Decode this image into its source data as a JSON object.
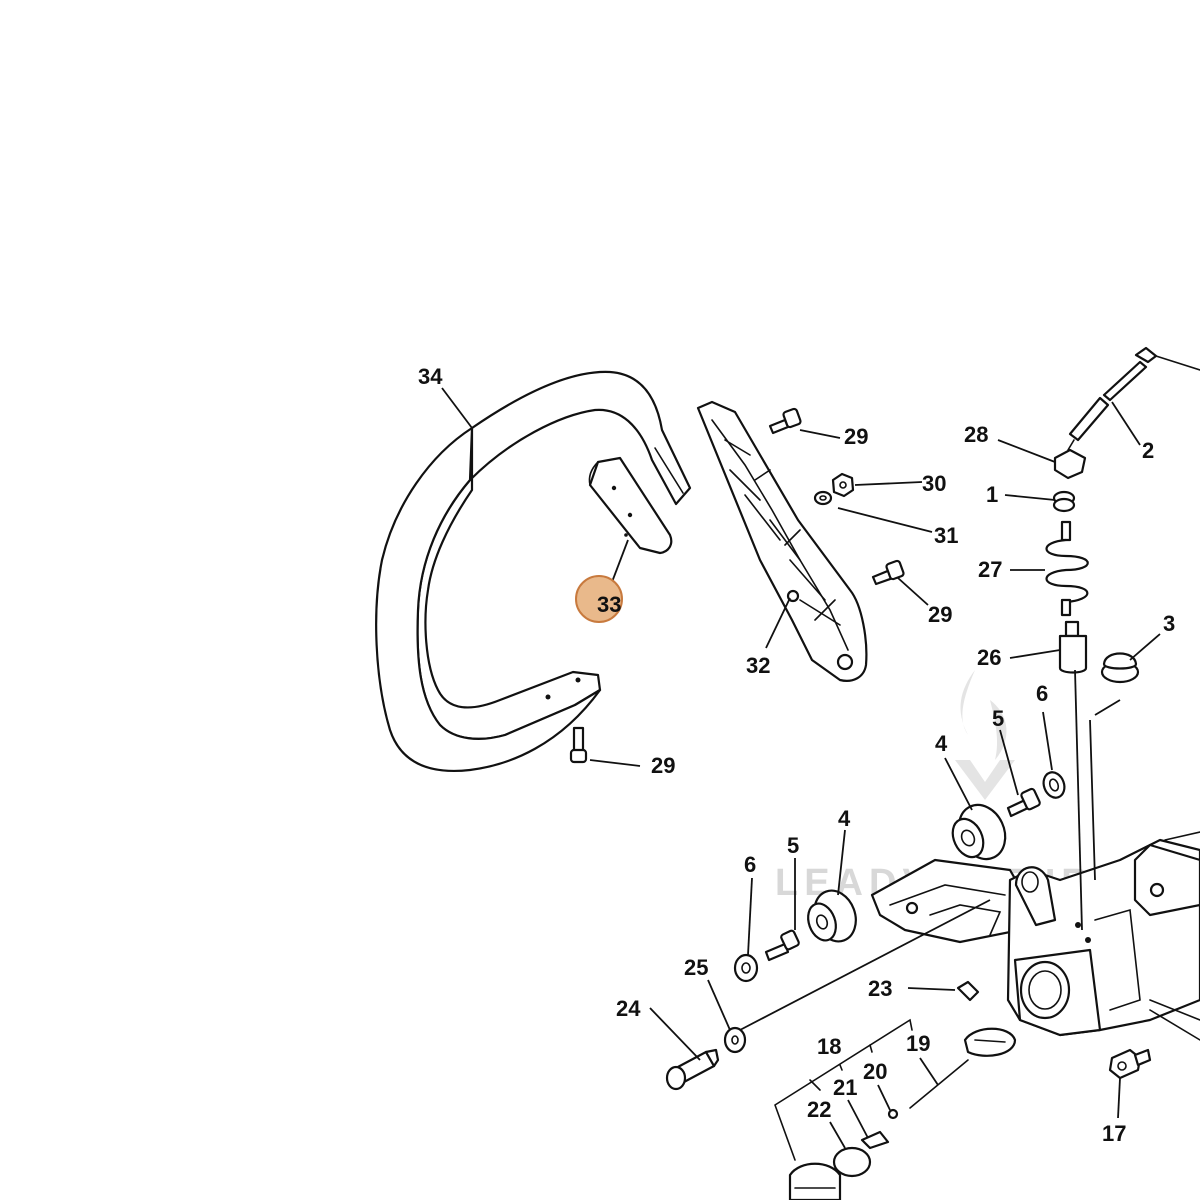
{
  "diagram": {
    "highlight_color": "#e9b98b",
    "highlight_stroke": "#c87a3e",
    "highlighted_callout": "33",
    "watermark_text": "LEADVENTURE",
    "callouts": {
      "c34": "34",
      "c29a": "29",
      "c30": "30",
      "c31": "31",
      "c29b": "29",
      "c32": "32",
      "c33": "33",
      "c29c": "29",
      "c28": "28",
      "c2": "2",
      "c1": "1",
      "c27": "27",
      "c26": "26",
      "c3": "3",
      "c6a": "6",
      "c5a": "5",
      "c4a": "4",
      "c4b": "4",
      "c5b": "5",
      "c6b": "6",
      "c25": "25",
      "c23": "23",
      "c24": "24",
      "c18": "18",
      "c19": "19",
      "c20": "20",
      "c21": "21",
      "c22": "22",
      "c17": "17"
    }
  }
}
